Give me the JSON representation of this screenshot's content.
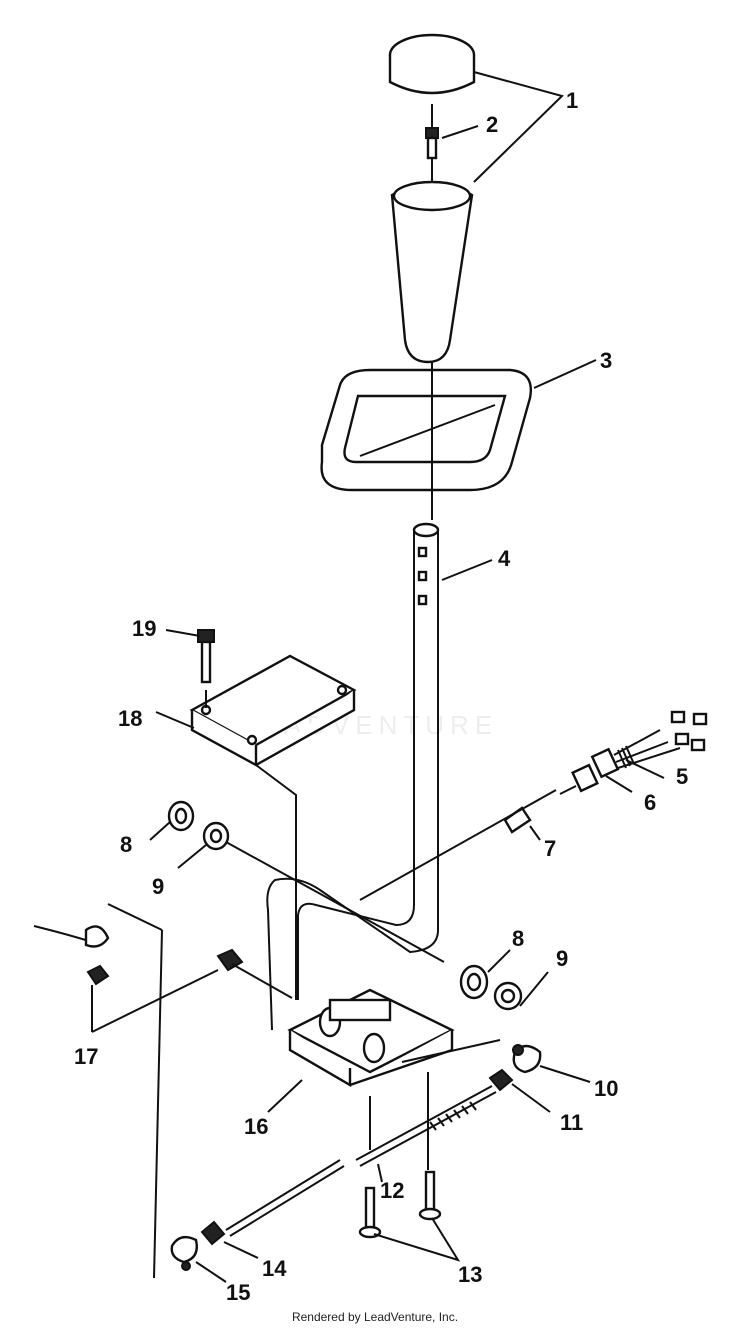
{
  "diagram": {
    "callouts": [
      "1",
      "2",
      "3",
      "4",
      "5",
      "6",
      "7",
      "8",
      "9",
      "8",
      "9",
      "10",
      "11",
      "12",
      "13",
      "14",
      "15",
      "16",
      "17",
      "18",
      "19"
    ]
  },
  "watermark": {
    "text": "LEADVENTURE"
  },
  "footer": {
    "text": "Rendered by LeadVenture, Inc."
  },
  "colors": {
    "ink": "#111111",
    "background": "#ffffff"
  }
}
